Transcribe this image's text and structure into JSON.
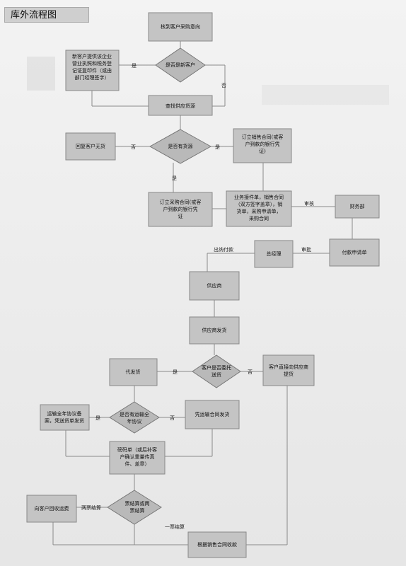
{
  "title": "库外流程图",
  "nodes": {
    "receive": [
      "核到客户采购意向"
    ],
    "is_new": [
      "是否是新客户"
    ],
    "new_docs": [
      "新客户提供该企业",
      "营业执照和税务登",
      "记证复印件（或由",
      "部门经理签字）"
    ],
    "find_supply": [
      "查找供应货源"
    ],
    "has_supply": [
      "是否有货源"
    ],
    "reply_none": [
      "回复客户无货"
    ],
    "sales_contract": [
      "订立销售合同(或客",
      "户到款的银行凭",
      "证)"
    ],
    "purchase_contract": [
      "订立采购合同(或客",
      "户到款的银行凭",
      "证"
    ],
    "business_order": [
      "业务接件单，销售合同",
      "（双方签字盖章），销",
      "货单，采购申请单，",
      "采购合同"
    ],
    "finance": [
      "财务部"
    ],
    "payment_req": [
      "付款申请单"
    ],
    "gm": [
      "总经理"
    ],
    "supplier": [
      "供应商"
    ],
    "supplier_ship": [
      "供应商发货"
    ],
    "entrust": [
      "客户是否委托",
      "送货"
    ],
    "customer_pickup": [
      "客户直接向供应商",
      "提货"
    ],
    "agent_ship": [
      "代发货"
    ],
    "annual_agree": [
      "是否有运输全",
      "年协议"
    ],
    "agree_ship": [
      "运输全年协议备",
      "案，凭送货单发货"
    ],
    "contract_ship": [
      "凭运输合同发货"
    ],
    "weigh": [
      "磅码单（或后补客",
      "户确认重量传真",
      "件、盖章）"
    ],
    "settle": [
      "票结算或两",
      "票结算"
    ],
    "collect_freight": [
      "向客户回收运费"
    ],
    "collect_payment": [
      "根据销售合同收款"
    ]
  },
  "labels": {
    "yes": "是",
    "no": "否",
    "audit": "审核",
    "approve": "审批",
    "cashier": "出纳付款",
    "two_ticket": "两票结算",
    "one_ticket": "一票结算"
  }
}
